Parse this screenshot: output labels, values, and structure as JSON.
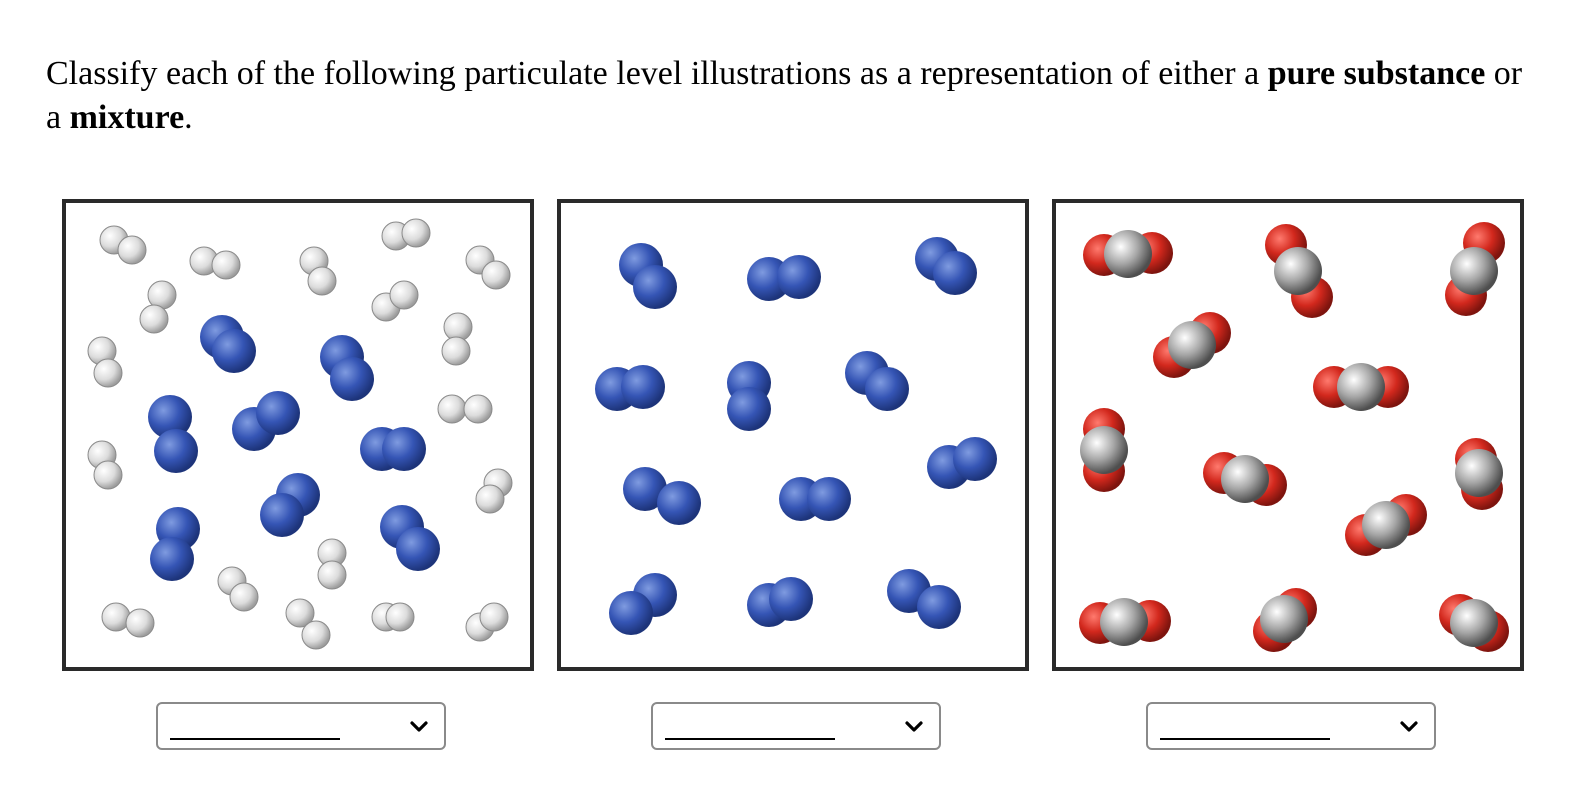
{
  "question": {
    "part1": "Classify each of the following particulate level illustrations as a representation of either a ",
    "bold1": "pure substance",
    "part2": " or a ",
    "bold2": "mixture",
    "part3": "."
  },
  "colors": {
    "hydrogen_white": "#d8d8d8",
    "nitrogen_blue": "#2f4fa8",
    "oxygen_red": "#cc2a22",
    "carbon_gray": "#8c8c8c",
    "border": "#2a2a2a"
  },
  "dropdowns": [
    {
      "selected": ""
    },
    {
      "selected": ""
    },
    {
      "selected": ""
    }
  ],
  "icons": {
    "dropdown_arrow": "chevron-down-icon"
  }
}
